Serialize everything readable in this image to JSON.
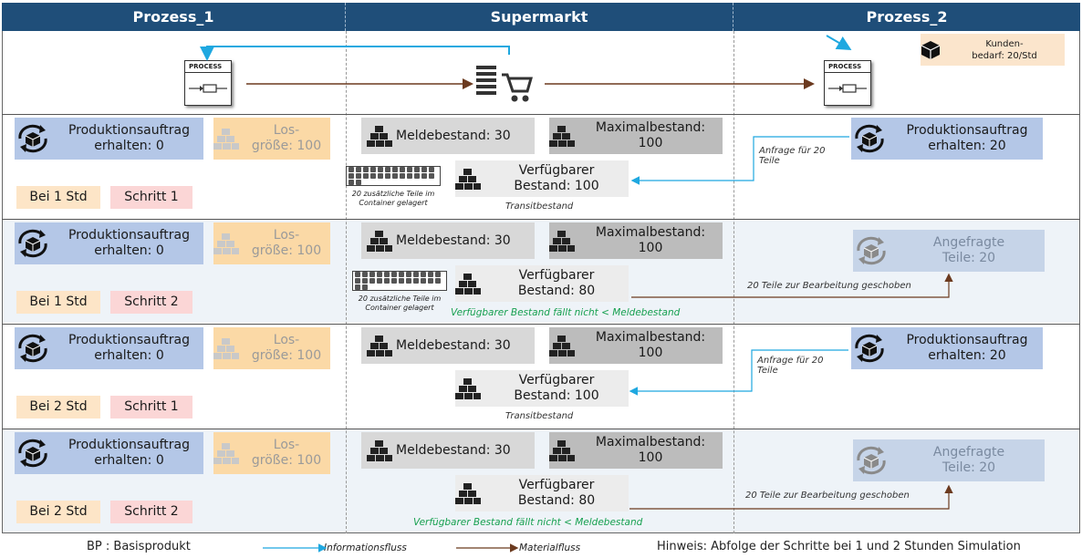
{
  "header": {
    "col1": "Prozess_1",
    "col2": "Supermarkt",
    "col3": "Prozess_2"
  },
  "top": {
    "process_label": "PROCESS",
    "kunden_line1": "Kunden-",
    "kunden_line2": "bedarf: 20/Std"
  },
  "rows": [
    {
      "auftrag_line1": "Produktionsauftrag",
      "auftrag_line2": "erhalten: 0",
      "los_line1": "Los-",
      "los_line2": "größe: 100",
      "time": "Bei 1 Std",
      "step": "Schritt 1",
      "melde": "Meldebestand: 30",
      "max_line1": "Maximalbestand:",
      "max_line2": "100",
      "verf_line1": "Verfügbarer",
      "verf_line2": "Bestand: 100",
      "container_line1": "20 zusätzliche Teile im",
      "container_line2": "Container gelagert",
      "transit": "Transitbestand",
      "p2_line1": "Produktionsauftrag",
      "p2_line2": "erhalten: 20",
      "anfrage_line1": "Anfrage für 20",
      "anfrage_line2": "Teile"
    },
    {
      "auftrag_line1": "Produktionsauftrag",
      "auftrag_line2": "erhalten: 0",
      "los_line1": "Los-",
      "los_line2": "größe: 100",
      "time": "Bei 1 Std",
      "step": "Schritt 2",
      "melde": "Meldebestand: 30",
      "max_line1": "Maximalbestand:",
      "max_line2": "100",
      "verf_line1": "Verfügbarer",
      "verf_line2": "Bestand: 80",
      "container_line1": "20 zusätzliche Teile im",
      "container_line2": "Container gelagert",
      "green_note": "Verfügbarer Bestand fällt nicht < Meldebestand",
      "p2_line1": "Angefragte",
      "p2_line2": "Teile: 20",
      "pushed": "20 Teile zur Bearbeitung geschoben"
    },
    {
      "auftrag_line1": "Produktionsauftrag",
      "auftrag_line2": "erhalten: 0",
      "los_line1": "Los-",
      "los_line2": "größe: 100",
      "time": "Bei 2 Std",
      "step": "Schritt 1",
      "melde": "Meldebestand: 30",
      "max_line1": "Maximalbestand:",
      "max_line2": "100",
      "verf_line1": "Verfügbarer",
      "verf_line2": "Bestand: 100",
      "transit": "Transitbestand",
      "p2_line1": "Produktionsauftrag",
      "p2_line2": "erhalten: 20",
      "anfrage_line1": "Anfrage für 20",
      "anfrage_line2": "Teile"
    },
    {
      "auftrag_line1": "Produktionsauftrag",
      "auftrag_line2": "erhalten: 0",
      "los_line1": "Los-",
      "los_line2": "größe: 100",
      "time": "Bei 2 Std",
      "step": "Schritt 2",
      "melde": "Meldebestand: 30",
      "max_line1": "Maximalbestand:",
      "max_line2": "100",
      "verf_line1": "Verfügbarer",
      "verf_line2": "Bestand: 80",
      "green_note": "Verfügbarer Bestand fällt nicht < Meldebestand",
      "p2_line1": "Angefragte",
      "p2_line2": "Teile: 20",
      "pushed": "20 Teile zur Bearbeitung geschoben"
    }
  ],
  "footer": {
    "bp": "BP : Basisprodukt",
    "info": "Informationsfluss",
    "material": "Materialfluss",
    "hint": "Hinweis: Abfolge der Schritte bei 1 und 2 Stunden Simulation"
  },
  "colors": {
    "header": "#1f4e79",
    "info_arrow": "#1fa8e0",
    "material_arrow": "#6b3a1f",
    "green_note": "#17a050"
  }
}
